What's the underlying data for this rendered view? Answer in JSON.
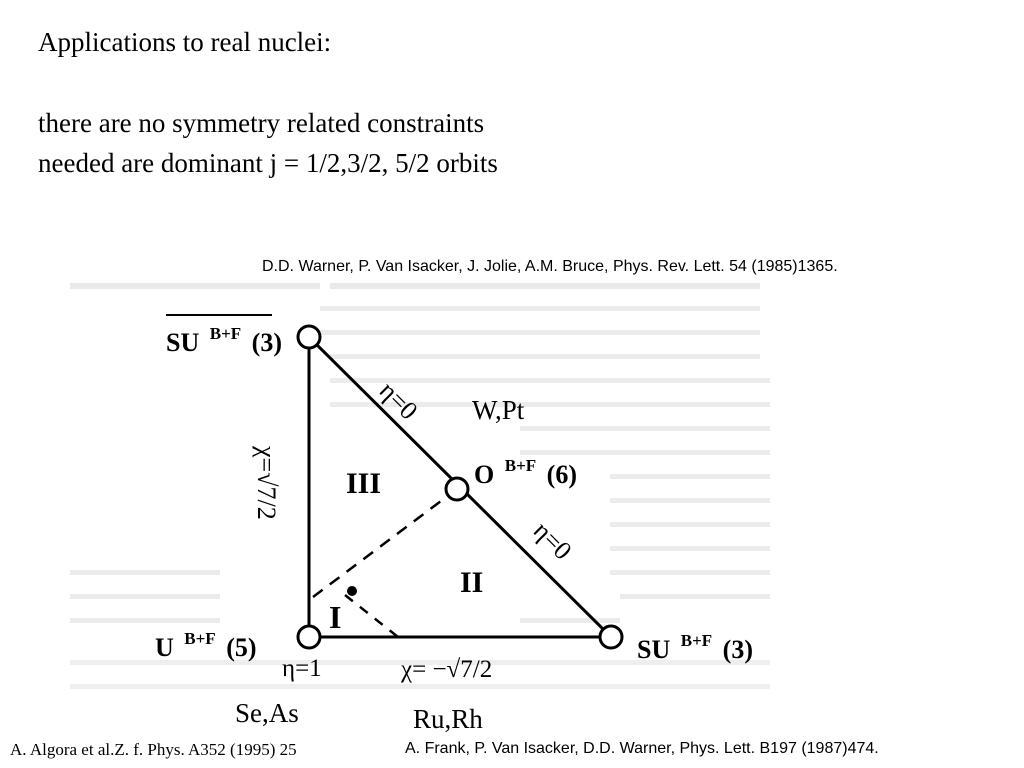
{
  "slide": {
    "title": "Applications to real nuclei:",
    "lines": [
      "there are no symmetry related constraints",
      "needed are dominant j = 1/2,3/2, 5/2 orbits"
    ]
  },
  "references": {
    "top": "D.D. Warner, P. Van Isacker, J. Jolie, A.M. Bruce, Phys. Rev. Lett. 54 (1985)1365.",
    "bottom_left": "A. Algora et al.Z. f. Phys. A352 (1995) 25",
    "bottom_right": "A. Frank, P. Van Isacker, D.D. Warner, Phys.  Lett. B197 (1987)474."
  },
  "nuclei": {
    "top_right": "W,Pt",
    "bottom_left": "Se,As",
    "bottom_right": "Ru,Rh"
  },
  "diagram": {
    "vertex_su3bar": {
      "name": "SU",
      "sup": "B+F",
      "group": "(3)"
    },
    "vertex_u5": {
      "name": "U",
      "sup": "B+F",
      "group": "(5)"
    },
    "vertex_su3": {
      "name": "SU",
      "sup": "B+F",
      "group": "(3)"
    },
    "vertex_o6": {
      "name": "O",
      "sup": "B+F",
      "group": "(6)"
    },
    "region_1": "I",
    "region_2": "II",
    "region_3": "III",
    "label_eta0_upper": "η=0",
    "label_eta0_lower": "η=0",
    "label_eta1": "η=1",
    "label_chi_left_prefix": "χ=",
    "label_chi_left_value": "√7/2",
    "label_chi_bottom_prefix": "χ= −",
    "label_chi_bottom_value": "√7/2"
  },
  "colors": {
    "ink": "#000000",
    "ghost_text": "#d4d4d4"
  }
}
